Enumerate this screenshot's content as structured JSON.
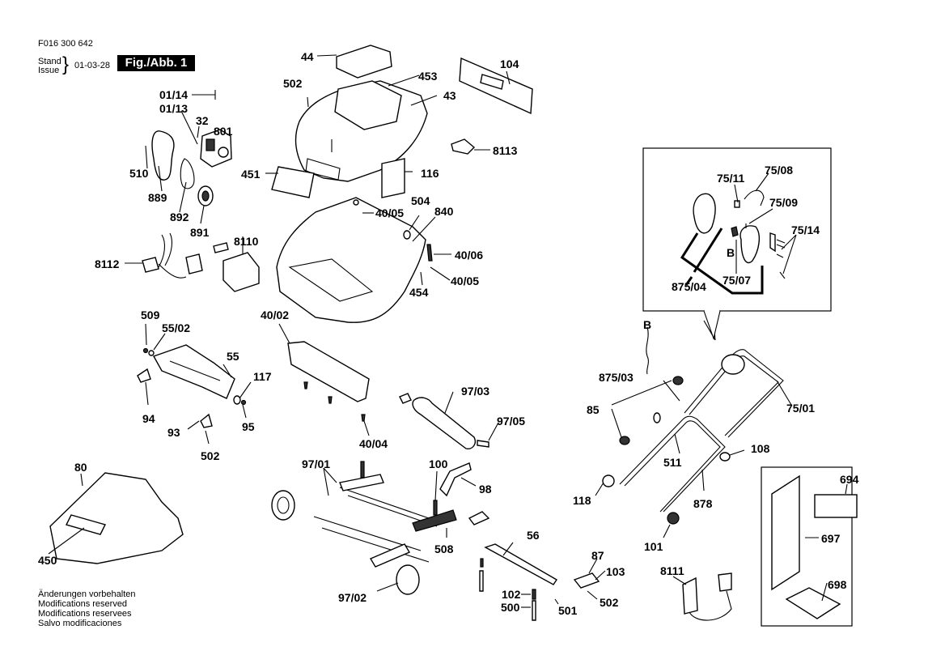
{
  "header": {
    "part_number": "F016 300 642",
    "stand_label": "Stand",
    "issue_label": "Issue",
    "date": "01-03-28",
    "figure_label": "Fig./Abb. 1"
  },
  "notes": [
    "Änderungen vorbehalten",
    "Modifications reserved",
    "Modifications reservees",
    "Salvo modificaciones"
  ],
  "parts": [
    {
      "id": "01/14"
    },
    {
      "id": "01/13"
    },
    {
      "id": "32"
    },
    {
      "id": "801"
    },
    {
      "id": "510"
    },
    {
      "id": "889"
    },
    {
      "id": "892"
    },
    {
      "id": "891"
    },
    {
      "id": "44"
    },
    {
      "id": "502"
    },
    {
      "id": "453"
    },
    {
      "id": "43"
    },
    {
      "id": "104"
    },
    {
      "id": "8113"
    },
    {
      "id": "451"
    },
    {
      "id": "116"
    },
    {
      "id": "40/05"
    },
    {
      "id": "504"
    },
    {
      "id": "840"
    },
    {
      "id": "40/06"
    },
    {
      "id": "40/05"
    },
    {
      "id": "454"
    },
    {
      "id": "8110"
    },
    {
      "id": "8112"
    },
    {
      "id": "509"
    },
    {
      "id": "55/02"
    },
    {
      "id": "55"
    },
    {
      "id": "117"
    },
    {
      "id": "94"
    },
    {
      "id": "95"
    },
    {
      "id": "93"
    },
    {
      "id": "502"
    },
    {
      "id": "40/02"
    },
    {
      "id": "40/04"
    },
    {
      "id": "97/03"
    },
    {
      "id": "97/05"
    },
    {
      "id": "80"
    },
    {
      "id": "450"
    },
    {
      "id": "97/01"
    },
    {
      "id": "100"
    },
    {
      "id": "98"
    },
    {
      "id": "508"
    },
    {
      "id": "97/02"
    },
    {
      "id": "56"
    },
    {
      "id": "87"
    },
    {
      "id": "103"
    },
    {
      "id": "102"
    },
    {
      "id": "500"
    },
    {
      "id": "501"
    },
    {
      "id": "502"
    },
    {
      "id": "75/11"
    },
    {
      "id": "75/08"
    },
    {
      "id": "75/09"
    },
    {
      "id": "75/14"
    },
    {
      "id": "B"
    },
    {
      "id": "875/04"
    },
    {
      "id": "75/07"
    },
    {
      "id": "B"
    },
    {
      "id": "875/03"
    },
    {
      "id": "75/01"
    },
    {
      "id": "85"
    },
    {
      "id": "511"
    },
    {
      "id": "108"
    },
    {
      "id": "118"
    },
    {
      "id": "878"
    },
    {
      "id": "101"
    },
    {
      "id": "8111"
    },
    {
      "id": "694"
    },
    {
      "id": "697"
    },
    {
      "id": "698"
    }
  ]
}
